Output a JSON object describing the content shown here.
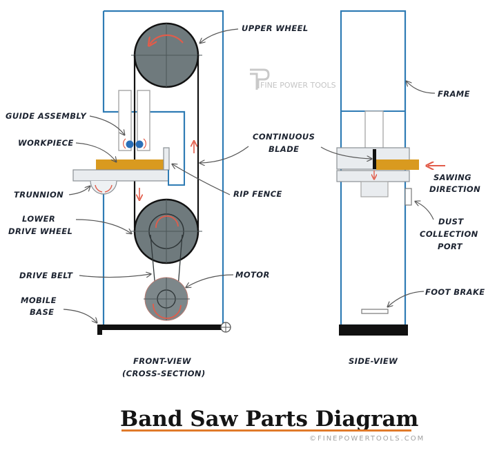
{
  "title": "Band Saw Parts Diagram",
  "copyright": "©FINEPOWERTOOLS.COM",
  "watermark": "FINE POWER TOOLS",
  "colors": {
    "frame": "#2e7bb4",
    "wheel": "#6f7a7d",
    "workpiece": "#d99a1f",
    "arrow": "#e25c4a",
    "table": "#e9ecef",
    "title_underline": "#e07a2a"
  },
  "views": {
    "front": [
      "FRONT-VIEW",
      "(CROSS-SECTION)"
    ],
    "side": "SIDE-VIEW"
  },
  "labels": {
    "upper_wheel": "UPPER WHEEL",
    "guide_assembly": "GUIDE ASSEMBLY",
    "workpiece": "WORKPIECE",
    "continuous_blade": [
      "CONTINUOUS",
      "BLADE"
    ],
    "trunnion": "TRUNNION",
    "rip_fence": "RIP FENCE",
    "lower_drive_wheel": [
      "LOWER",
      "DRIVE WHEEL"
    ],
    "drive_belt": "DRIVE BELT",
    "motor": "MOTOR",
    "mobile_base": [
      "MOBILE",
      "BASE"
    ],
    "frame": "FRAME",
    "sawing_direction": [
      "SAWING",
      "DIRECTION"
    ],
    "dust_collection_port": [
      "DUST",
      "COLLECTION",
      "PORT"
    ],
    "foot_brake": "FOOT BRAKE"
  }
}
